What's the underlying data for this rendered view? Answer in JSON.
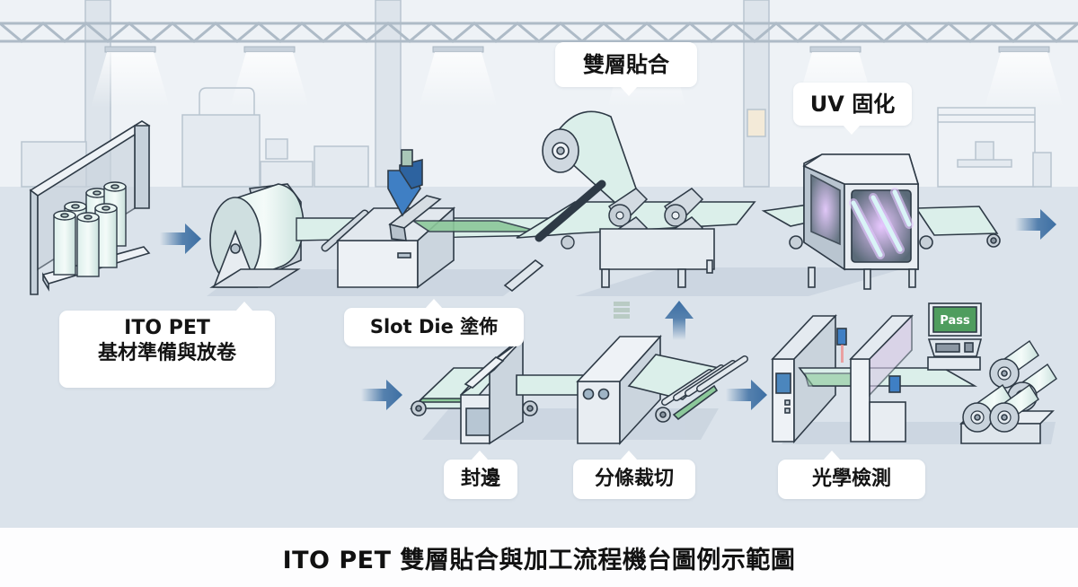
{
  "title": "ITO PET 雙層貼合與加工流程機台圖例示範圖",
  "colors": {
    "background": "#e4ebf2",
    "floor": "#d3dde7",
    "wall": "#eef2f6",
    "outline": "#2e3a46",
    "machine_body": "#dfe6ec",
    "film": "#cfe8e2",
    "coating_green": "#8cc89a",
    "flow_arrow": "#3d6fa3",
    "uv_glow": "#c89ae6",
    "die_blue": "#3f7fc4",
    "pass_green": "#4f9d5e"
  },
  "stages": [
    {
      "id": "ito-pet-prep",
      "label_lines": [
        "ITO PET",
        "基材準備與放卷"
      ]
    },
    {
      "id": "slot-die",
      "label_lines": [
        "Slot Die 塗佈"
      ]
    },
    {
      "id": "lamination",
      "label_lines": [
        "雙層貼合"
      ]
    },
    {
      "id": "uv-curing",
      "label_lines": [
        "UV 固化"
      ]
    },
    {
      "id": "edge-sealing",
      "label_lines": [
        "封邊"
      ]
    },
    {
      "id": "slitting",
      "label_lines": [
        "分條裁切"
      ]
    },
    {
      "id": "optical-inspection",
      "label_lines": [
        "光學檢測"
      ]
    }
  ],
  "inspection_screen": {
    "status_text": "Pass"
  },
  "flow_arrows": [
    "right",
    "right",
    "up",
    "right",
    "right"
  ]
}
